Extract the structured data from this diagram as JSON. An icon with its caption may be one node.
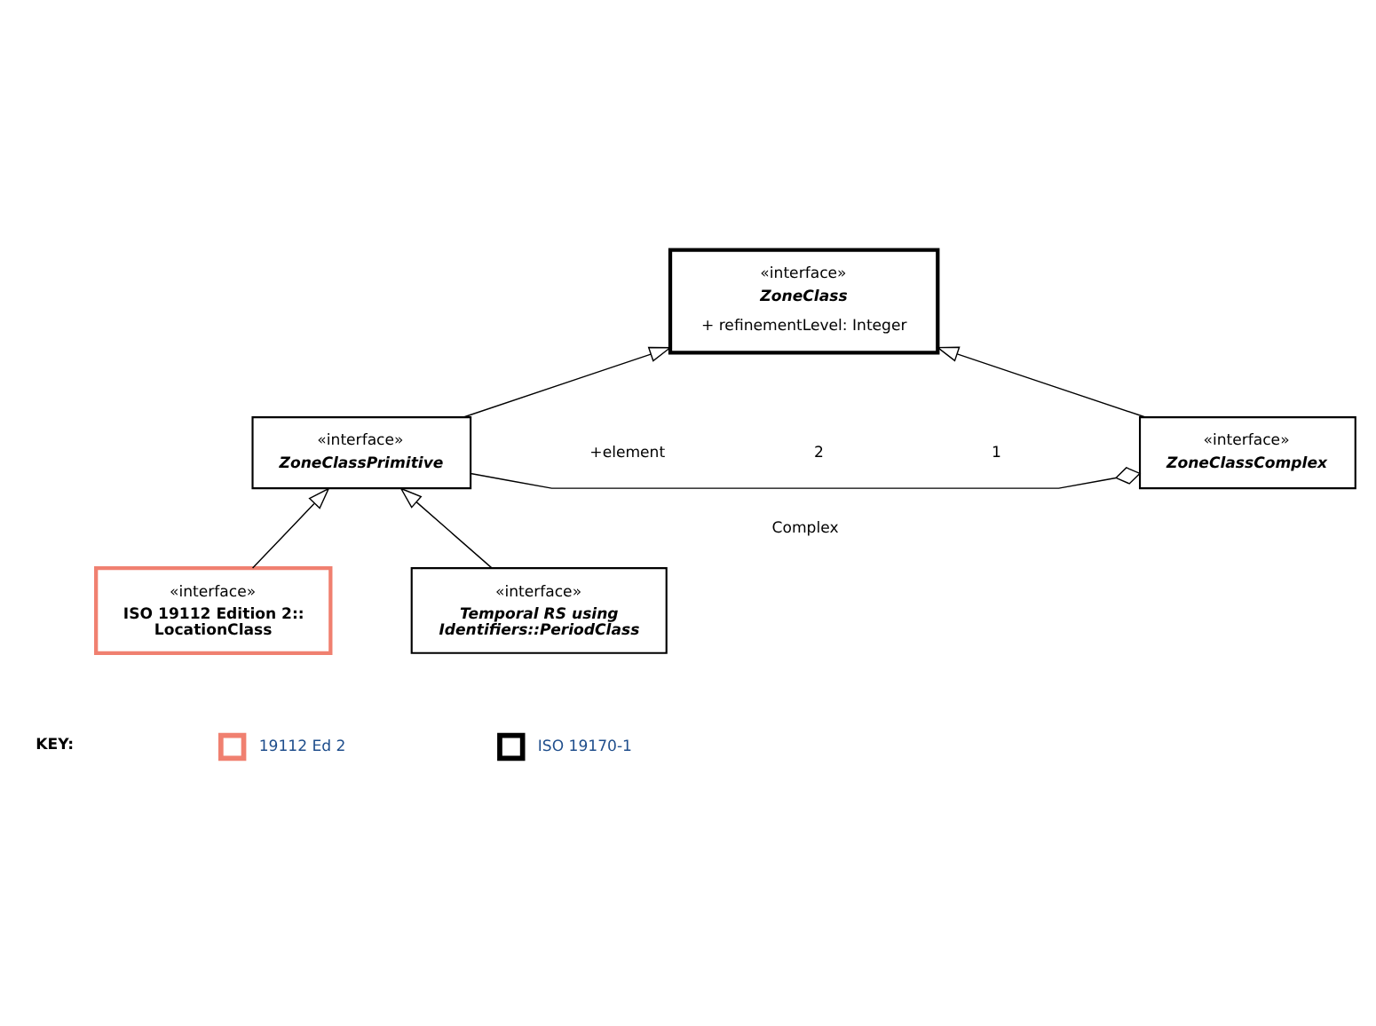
{
  "diagram": {
    "nodes": [
      {
        "text": [
          "«interface»",
          "ZoneClass",
          "+ refinementLevel: Integer"
        ]
      },
      {
        "text": [
          "«interface»",
          "ZoneClassPrimitive"
        ]
      },
      {
        "text": [
          "«interface»",
          "ZoneClassComplex"
        ]
      },
      {
        "text": [
          "«interface»",
          "ISO 19112 Edition 2:: LocationClass"
        ]
      },
      {
        "text": [
          "«interface»",
          "Temporal RS using Identifiers::PeriodClass"
        ]
      }
    ],
    "edges": [
      {
        "from": 1,
        "to": 0,
        "arrow": "to"
      },
      {
        "from": 2,
        "to": 0,
        "arrow": "to"
      },
      {
        "from": 1,
        "to": 2,
        "arrow": "other",
        "label": "Complex"
      },
      {
        "from": 3,
        "to": 1,
        "arrow": "to"
      },
      {
        "from": 4,
        "to": 1,
        "arrow": "to"
      }
    ],
    "labels": [
      "+element",
      "2",
      "1",
      "KEY:"
    ],
    "legend": [
      {
        "text": "19112 Ed 2",
        "color": "#f08070"
      },
      {
        "text": "ISO 19170-1",
        "color": "#000000"
      }
    ]
  }
}
